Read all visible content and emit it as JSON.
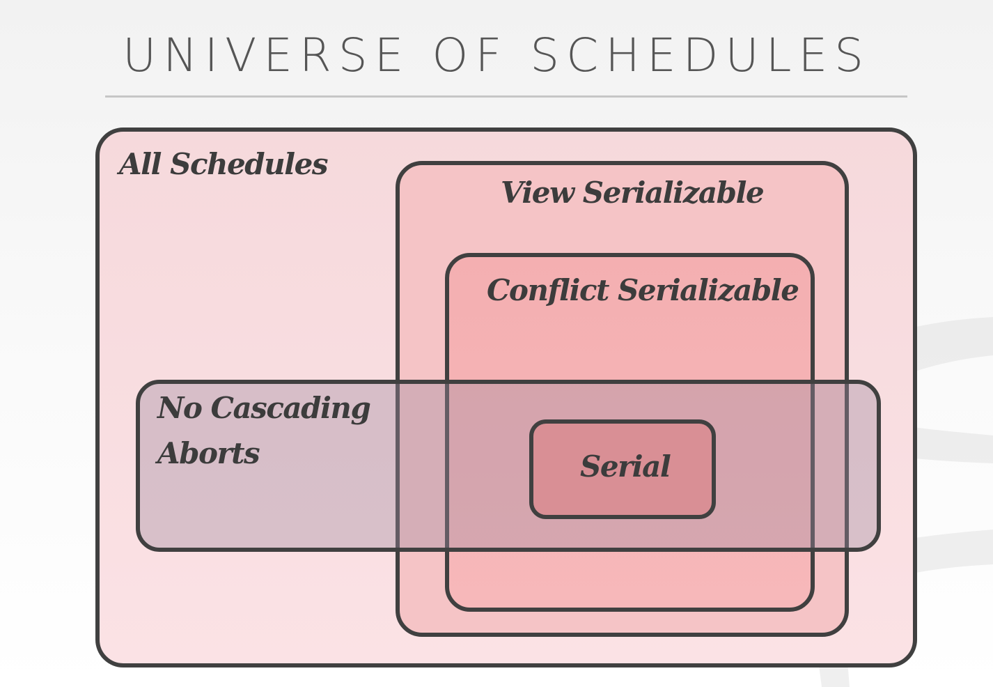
{
  "slide": {
    "title": "UNIVERSE OF SCHEDULES"
  },
  "diagram": {
    "all_schedules": "All Schedules",
    "view_serializable": "View Serializable",
    "conflict_serializable": "Conflict Serializable",
    "no_cascading_aborts_line1": "No Cascading",
    "no_cascading_aborts_line2": "Aborts",
    "serial": "Serial"
  },
  "colors": {
    "border": "#404040",
    "all_schedules_fill": "#f9dadd",
    "view_serializable_fill": "#f5c3c5",
    "conflict_serializable_fill": "#f4b1b3",
    "no_cascading_aborts_fill": "rgba(160,140,160,0.38)",
    "serial_fill": "#d98f95",
    "label": "#3c3c3c"
  }
}
